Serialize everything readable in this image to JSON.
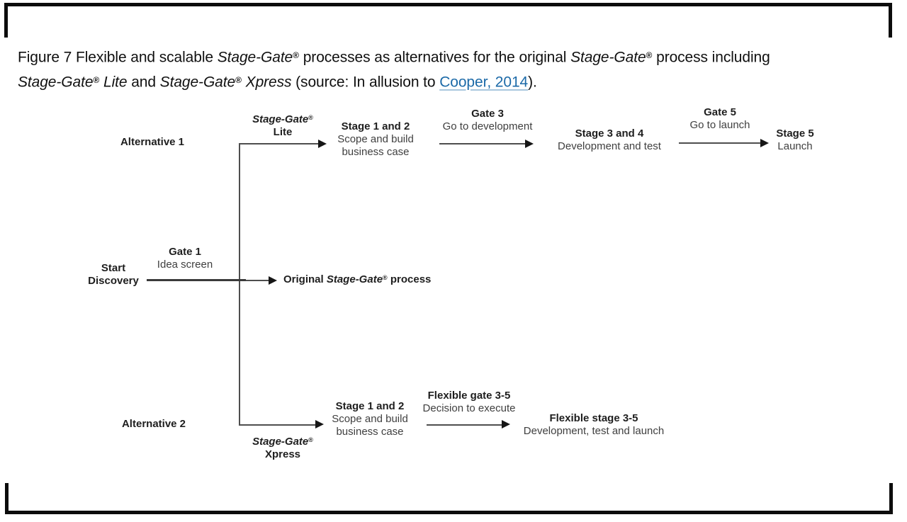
{
  "caption": {
    "line1": [
      {
        "text": "Figure 7 Flexible and scalable ",
        "style": "plain"
      },
      {
        "text": "Stage-Gate",
        "style": "italic"
      },
      {
        "text": "®",
        "style": "reg"
      },
      {
        "text": " processes as alternatives for the original ",
        "style": "plain"
      },
      {
        "text": "Stage-Gate",
        "style": "italic"
      },
      {
        "text": "®",
        "style": "reg"
      },
      {
        "text": " process including",
        "style": "plain"
      }
    ],
    "line2": [
      {
        "text": "Stage-Gate",
        "style": "italic"
      },
      {
        "text": "®",
        "style": "reg"
      },
      {
        "text": " Lite",
        "style": "italic"
      },
      {
        "text": " and ",
        "style": "plain"
      },
      {
        "text": "Stage-Gate",
        "style": "italic"
      },
      {
        "text": "®",
        "style": "reg"
      },
      {
        "text": " Xpress",
        "style": "italic"
      },
      {
        "text": " (source: In allusion to ",
        "style": "plain"
      },
      {
        "text": "Cooper, 2014",
        "style": "link"
      },
      {
        "text": ").",
        "style": "plain"
      }
    ]
  },
  "diagram": {
    "alternative1": "Alternative 1",
    "alternative2": "Alternative 2",
    "sg_lite": {
      "brand": "Stage-Gate",
      "reg": "®",
      "name": "Lite"
    },
    "sg_xpress": {
      "brand": "Stage-Gate",
      "reg": "®",
      "name": "Xpress"
    },
    "start": {
      "line1": "Start",
      "line2": "Discovery"
    },
    "gate1": {
      "heading": "Gate 1",
      "sub": "Idea screen"
    },
    "original": {
      "pre": "Original ",
      "brand": "Stage-Gate",
      "reg": "®",
      "post": " process"
    },
    "stage12_top": {
      "heading": "Stage 1 and 2",
      "sub1": "Scope and build",
      "sub2": "business case"
    },
    "gate3": {
      "heading": "Gate 3",
      "sub": "Go to development"
    },
    "stage34": {
      "heading": "Stage 3 and 4",
      "sub": "Development and test"
    },
    "gate5": {
      "heading": "Gate 5",
      "sub": "Go to launch"
    },
    "stage5": {
      "heading": "Stage 5",
      "sub": "Launch"
    },
    "stage12_bottom": {
      "heading": "Stage 1 and 2",
      "sub1": "Scope and build",
      "sub2": "business case"
    },
    "flex_gate": {
      "heading": "Flexible gate 3-5",
      "sub": "Decision to execute"
    },
    "flex_stage": {
      "heading": "Flexible stage 3-5",
      "sub": "Development, test and launch"
    }
  },
  "colors": {
    "link_blue": "#1c6aa8",
    "line_gray": "#4e4e4e",
    "frame_black": "#0c0c0c"
  }
}
